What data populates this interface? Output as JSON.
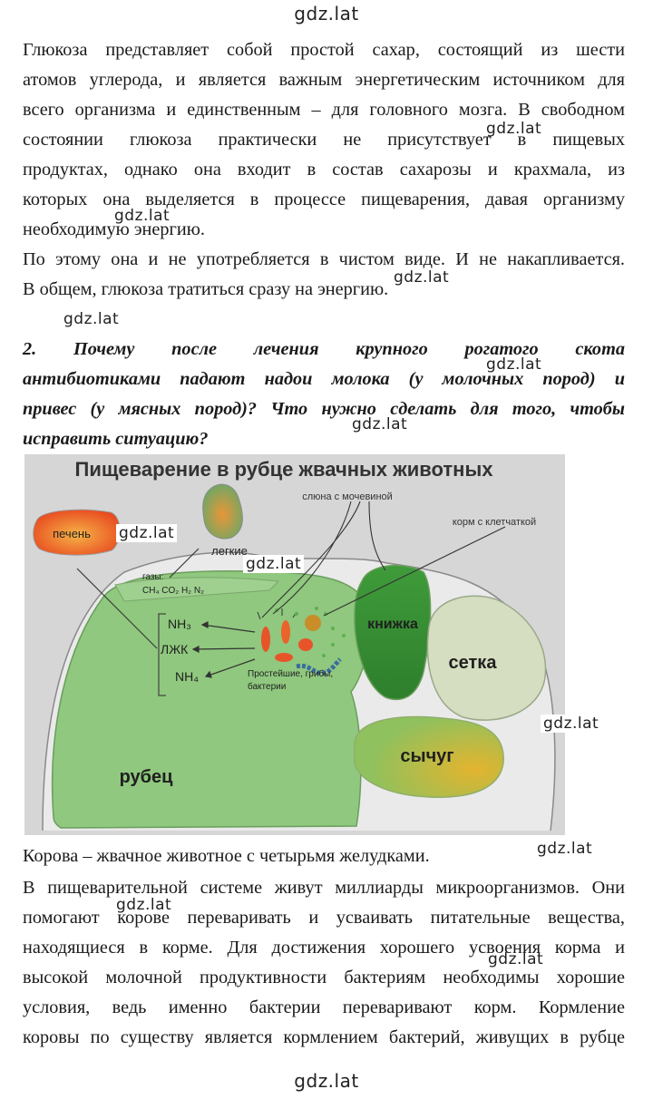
{
  "watermark": "gdz.lat",
  "paragraph1": [
    "Глюкоза представляет собой простой сахар, состоящий из шести",
    "атомов углерода, и является важным энергетическим источником для",
    "всего организма и единственным – для головного мозга. В свободном",
    "состоянии глюкоза практически не присутствует в пищевых",
    "продуктах, однако она входит в состав сахарозы и крахмала, из",
    "которых она выделяется в процессе пищеварения, давая организму",
    "необходимую энергию."
  ],
  "paragraph2": [
    "По этому она и не употребляется в чистом виде. И не накапливается.",
    "В общем, глюкоза тратиться сразу на энергию."
  ],
  "question": [
    "2. Почему после лечения крупного рогатого скота",
    "антибиотиками падают надои молока (у молочных пород) и",
    "привес (у мясных пород)? Что нужно сделать для того, чтобы",
    "исправить ситуацию?"
  ],
  "diagram": {
    "title": "Пищеварение в рубце жвачных животных",
    "liver": "печень",
    "lungs": "легкие",
    "saliva": "слюна с мочевиной",
    "feed": "корм с клетчаткой",
    "gases_label": "газы:",
    "gases_formula": "CH₄ CO₂ H₂ N₂",
    "nh3": "NH₃",
    "vfa": "ЛЖК",
    "nh4": "NH₄",
    "microbes_line1": "Простейшие, грибы,",
    "microbes_line2": "бактерии",
    "omasum": "книжка",
    "reticulum": "сетка",
    "abomasum": "сычуг",
    "rumen": "рубец"
  },
  "caption": "Корова – жвачное животное с четырьмя желудками.",
  "paragraph3": [
    "В пищеварительной системе живут миллиарды микроорганизмов. Они",
    "помогают корове переваривать и усваивать питательные вещества,",
    "находящиеся в корме. Для достижения хорошего усвоения корма и",
    "высокой молочной продуктивности бактериям необходимы хорошие",
    "условия, ведь именно бактерии переваривают корм. Кормление",
    "коровы по существу является кормлением бактерий, живущих в рубце"
  ]
}
